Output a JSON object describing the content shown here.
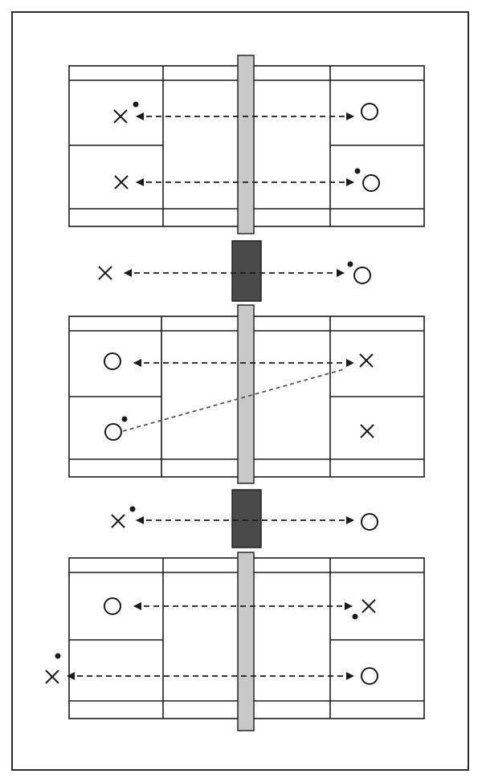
{
  "diagram": {
    "type": "badminton-drill",
    "colors": {
      "line": "#1a1a1a",
      "frame": "#2a2a2a",
      "net": "#c8c8c8",
      "net_post": "#4a4a4a",
      "diagonal": "#555555"
    },
    "panels": [
      {
        "id": "court-1",
        "players": [
          {
            "id": "p1a",
            "marker": "X",
            "shuttle": true
          },
          {
            "id": "p1b",
            "marker": "O",
            "shuttle": false
          },
          {
            "id": "p1c",
            "marker": "X",
            "shuttle": false
          },
          {
            "id": "p1d",
            "marker": "O",
            "shuttle": true
          }
        ],
        "rallies": [
          {
            "from": "p1a",
            "to": "p1b",
            "style": "dashed",
            "arrows": "both"
          },
          {
            "from": "p1c",
            "to": "p1d",
            "style": "dashed",
            "arrows": "both"
          }
        ]
      },
      {
        "id": "transition-1",
        "players": [
          {
            "id": "t1a",
            "marker": "X",
            "shuttle": false
          },
          {
            "id": "t1b",
            "marker": "O",
            "shuttle": true
          }
        ],
        "rallies": [
          {
            "from": "t1a",
            "to": "t1b",
            "style": "dashed",
            "arrows": "both"
          }
        ]
      },
      {
        "id": "court-2",
        "players": [
          {
            "id": "p2a",
            "marker": "O",
            "shuttle": false
          },
          {
            "id": "p2b",
            "marker": "X",
            "shuttle": false
          },
          {
            "id": "p2c",
            "marker": "O",
            "shuttle": true
          },
          {
            "id": "p2d",
            "marker": "X",
            "shuttle": false
          }
        ],
        "rallies": [
          {
            "from": "p2a",
            "to": "p2b",
            "style": "dashed",
            "arrows": "both"
          },
          {
            "from": "p2c",
            "to": "p2b",
            "style": "dotted",
            "arrows": "none"
          }
        ]
      },
      {
        "id": "transition-2",
        "players": [
          {
            "id": "t2a",
            "marker": "X",
            "shuttle": true
          },
          {
            "id": "t2b",
            "marker": "O",
            "shuttle": false
          }
        ],
        "rallies": [
          {
            "from": "t2a",
            "to": "t2b",
            "style": "dashed",
            "arrows": "both"
          }
        ]
      },
      {
        "id": "court-3",
        "players": [
          {
            "id": "p3a",
            "marker": "O",
            "shuttle": false
          },
          {
            "id": "p3b",
            "marker": "X",
            "shuttle": true
          },
          {
            "id": "p3c",
            "marker": "X",
            "shuttle": true
          },
          {
            "id": "p3d",
            "marker": "O",
            "shuttle": false
          }
        ],
        "rallies": [
          {
            "from": "p3a",
            "to": "p3b",
            "style": "dashed",
            "arrows": "both"
          },
          {
            "from": "p3c",
            "to": "p3d",
            "style": "dashed",
            "arrows": "both"
          }
        ]
      }
    ]
  }
}
